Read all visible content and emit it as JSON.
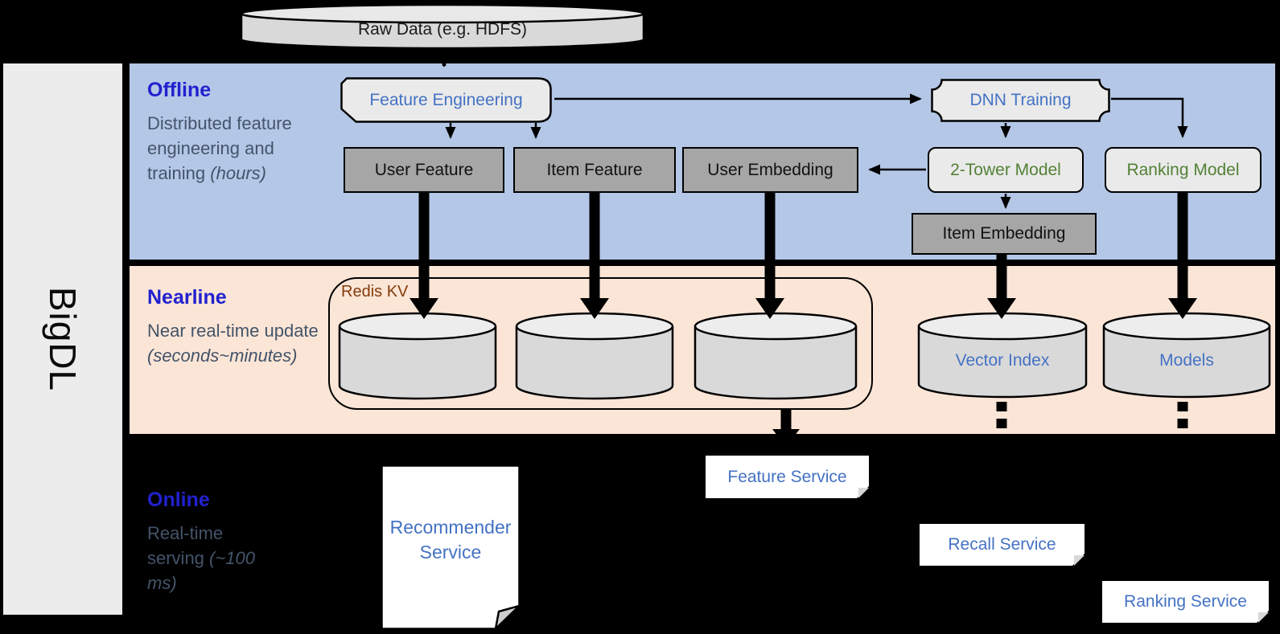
{
  "brand": "BigDL",
  "raw_data": "Raw Data (e.g. HDFS)",
  "sections": {
    "offline": {
      "title": "Offline",
      "subtitle": "Distributed feature engineering and training",
      "subtitle_italic": "(hours)"
    },
    "nearline": {
      "title": "Nearline",
      "subtitle": "Near real-time update",
      "subtitle_italic": "(seconds~minutes)"
    },
    "online": {
      "title": "Online",
      "subtitle": "Real-time serving",
      "subtitle_italic": "(~100 ms)"
    }
  },
  "nodes": {
    "feature_engineering": "Feature Engineering",
    "dnn_training": "DNN Training",
    "user_feature": "User Feature",
    "item_feature": "Item Feature",
    "user_embedding": "User Embedding",
    "two_tower_model": "2-Tower Model",
    "ranking_model": "Ranking Model",
    "item_embedding": "Item Embedding",
    "redis_kv": "Redis KV",
    "vector_index": "Vector Index",
    "models": "Models",
    "recommender_service": "Recommender Service",
    "feature_service": "Feature Service",
    "recall_service": "Recall Service",
    "ranking_service": "Ranking Service"
  },
  "colors": {
    "background": "#000000",
    "brand_bar": "#ECECEC",
    "offline_band": "#B4C7E7",
    "nearline_band": "#FBE5D6",
    "section_title_blue": "#2121CF",
    "subtitle_gray": "#44546A",
    "node_text_blue": "#4472C4",
    "node_text_green": "#538135",
    "storage_text_brown": "#843C0C",
    "gray_node_fill": "#A6A6A6",
    "light_node_fill": "#EAEAEA",
    "cylinder_fill": "#D9D9D9"
  }
}
